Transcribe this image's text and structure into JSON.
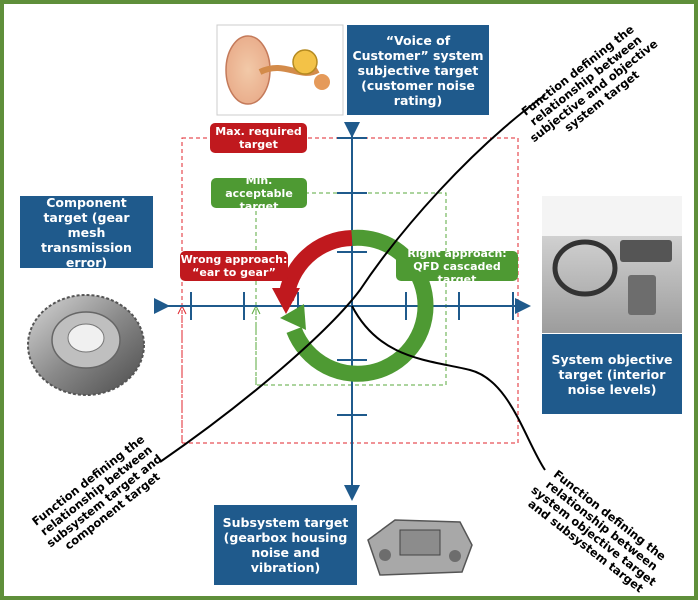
{
  "colors": {
    "frame_border": "#5f8f3a",
    "blue": "#1f5a8c",
    "red": "#c0191e",
    "green": "#4e9a33",
    "dashed_red": "#e0262d",
    "dashed_green": "#5aa83c",
    "axis": "#1f5a8c"
  },
  "boxes": {
    "voice_of_customer": "“Voice of Customer” system subjective target (customer noise rating)",
    "component_target": "Component target (gear mesh transmission error)",
    "system_objective": "System objective target (interior noise levels)",
    "subsystem_target": "Subsystem target (gearbox housing noise and vibration)"
  },
  "pills": {
    "max_required": "Max. required target",
    "min_acceptable": "Min. acceptable target",
    "wrong_approach": "Wrong approach: “ear to gear”",
    "right_approach": "Right approach: QFD cascaded target"
  },
  "function_labels": {
    "top_right": "Function defining the relationship between subjective and objective system target",
    "bottom_left": "Function defining the relationship between subsystem target and component target",
    "bottom_right": "Function defining the relationship between system objective target and subsystem target"
  },
  "images": {
    "ear": "ear-anatomy-illustration",
    "gear": "gear-photo",
    "car_interior": "car-interior-photo",
    "gearbox": "gearbox-photo"
  }
}
